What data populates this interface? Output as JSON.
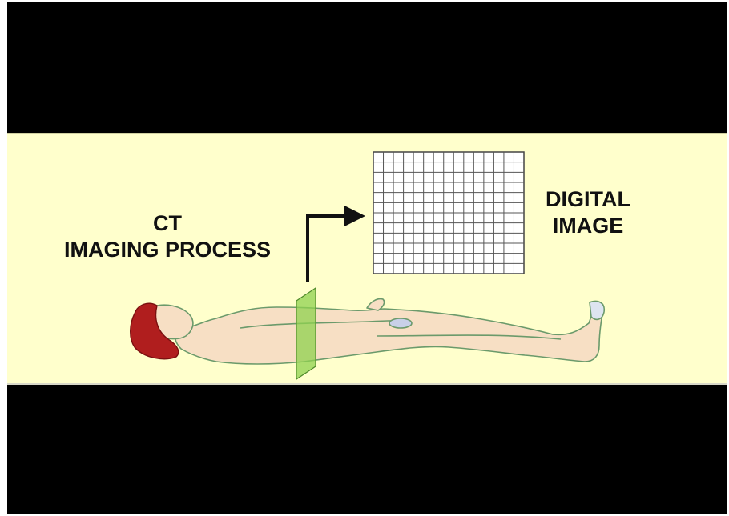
{
  "ct_process": {
    "line1": "CT",
    "line2": "IMAGING PROCESS"
  },
  "digital_image": {
    "line1": "DIGITAL",
    "line2": "IMAGE"
  },
  "colors": {
    "panel": "#ffffcc",
    "frame": "#000000",
    "skin": "#f7dfc4",
    "hair": "#b01e1e",
    "slice": "#8fd14f",
    "grid": "#555555"
  }
}
